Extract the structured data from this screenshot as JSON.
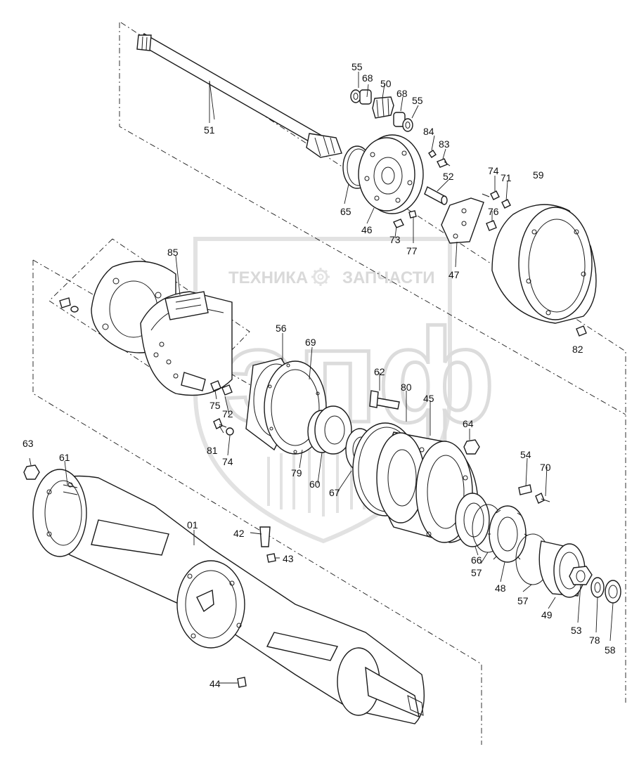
{
  "watermark": {
    "left_word": "ТЕХНИКА",
    "right_word": "ЗАПЧАСТИ",
    "big_letters": "эпф",
    "icon": "gear-icon"
  },
  "callouts": [
    "55",
    "68",
    "50",
    "68",
    "55",
    "51",
    "84",
    "83",
    "52",
    "74",
    "71",
    "59",
    "65",
    "46",
    "73",
    "77",
    "76",
    "47",
    "85",
    "56",
    "69",
    "82",
    "62",
    "80",
    "45",
    "75",
    "72",
    "64",
    "81",
    "74",
    "79",
    "60",
    "67",
    "54",
    "70",
    "63",
    "61",
    "01",
    "42",
    "43",
    "66",
    "57",
    "48",
    "57",
    "49",
    "53",
    "78",
    "58",
    "44"
  ]
}
